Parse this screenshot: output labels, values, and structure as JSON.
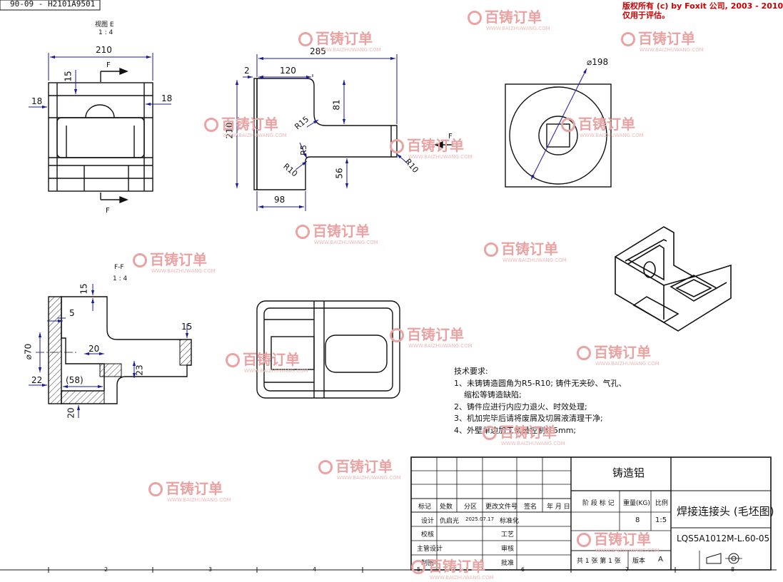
{
  "copyright": {
    "line1": "版权所有 (c) by Foxit 公司, 2003 - 2010",
    "line2": "仅用于评估。"
  },
  "top_left_stub": "90-09 - H2101A9501",
  "view_e": {
    "label": "视图 E",
    "scale": "1 : 4"
  },
  "view_ff": {
    "label": "F-F",
    "scale": "1 : 4"
  },
  "section_marker": "F",
  "dims": {
    "front": {
      "width": "210",
      "d15": "15",
      "d18a": "18",
      "d18b": "18"
    },
    "side": {
      "d285": "285",
      "d2": "2",
      "d120": "120",
      "d81": "81",
      "d210": "210",
      "r15": "R15",
      "r5": "R5",
      "r10a": "R10",
      "r10b": "R10",
      "d56": "56",
      "d98": "98"
    },
    "top": {
      "dia": "⌀198"
    },
    "section": {
      "d15a": "15",
      "d5": "5",
      "d15b": "15",
      "dia70": "⌀70",
      "d20a": "20",
      "d22": "22",
      "d58": "(58)",
      "d23": "23",
      "d20b": "20"
    }
  },
  "tech_requirements": {
    "title": "技术要求:",
    "items": [
      "1、未铸铸造圆角为R5-R10; 铸件无夹砂、气孔、",
      "    缩松等铸造缺陷;",
      "2、铸件应进行内应力退火、时效处理;",
      "3、机加完毕后请将废屑及切屑液清理干净;",
      "4、外壁单边加工余量控制住5mm;"
    ]
  },
  "title_block": {
    "material": "铸造铝",
    "part_name": "焊接连接头 (毛坯图)",
    "drawing_no": "LQS5A1012M-L.60-05",
    "headers": [
      "标记",
      "处数",
      "分区",
      "更改文件号",
      "签名",
      "年 月 日"
    ],
    "stage_label": "阶 段 标 记",
    "weight_label": "重量(KG)",
    "scale_label": "比例",
    "weight": "8",
    "scale": "1:5",
    "rows": [
      {
        "label": "设计",
        "name": "仇启光",
        "date": "2025.07.17",
        "right": "标准化"
      },
      {
        "label": "校核",
        "name": "",
        "date": "",
        "right": "工艺"
      },
      {
        "label": "主管设计",
        "name": "",
        "date": "",
        "right": "审核"
      },
      {
        "label": "制图",
        "name": "",
        "date": "",
        "right": "批准"
      }
    ],
    "sheet_info": "共 1 张  第 1 张",
    "version_label": "版本",
    "version": "A"
  },
  "watermarks": {
    "brand": "百铸订单",
    "url": "WWW.BAIZHUWANG.COM",
    "colors": {
      "logo": "#e9a3a3",
      "url": "#f0b8b8"
    }
  },
  "bottom_ruler": [
    "2",
    "3",
    "4",
    "5",
    "6",
    "7",
    "8"
  ],
  "colors": {
    "dimension": "#1a1aa8",
    "line": "#111111",
    "watermark": "#e9a3a3",
    "copyright": "#d00000"
  }
}
